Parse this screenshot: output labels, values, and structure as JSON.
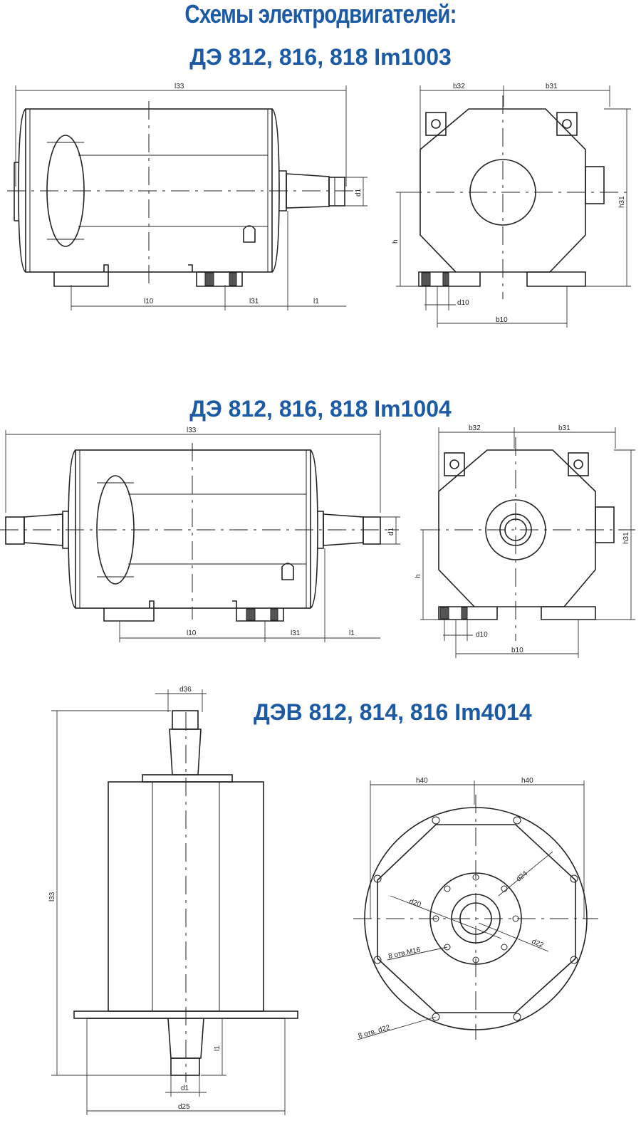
{
  "page_title": "Схемы электродвигателей:",
  "sections": [
    {
      "title": "ДЭ 812, 816, 818 Im1003",
      "side_dims": {
        "overall": "l33",
        "base": "l10",
        "shaft_pos": "l31",
        "shaft_len": "l1",
        "shaft_dia": "d1"
      },
      "end_dims": {
        "left_w": "b32",
        "right_w": "b31",
        "height": "h31",
        "axis_h": "h",
        "hole": "d10",
        "base_w": "b10"
      }
    },
    {
      "title": "ДЭ 812, 816, 818 Im1004",
      "side_dims": {
        "overall": "l33",
        "base": "l10",
        "shaft_pos": "l31",
        "shaft_len": "l1",
        "shaft_dia": "d1"
      },
      "end_dims": {
        "left_w": "b32",
        "right_w": "b31",
        "height": "h31",
        "axis_h": "h",
        "hole": "d10",
        "base_w": "b10"
      }
    },
    {
      "title": "ДЭВ 812, 814, 816 Im4014",
      "side_dims": {
        "top": "d36",
        "overall": "l33",
        "shaft_len": "l1",
        "shaft_dia": "d1",
        "flange": "d25"
      },
      "end_dims": {
        "left_w": "h40",
        "right_w": "h40",
        "d24": "d24",
        "d20": "d20",
        "d22": "d22",
        "holes_small": "8 отв.M16",
        "holes_large": "8 отв. d22"
      }
    }
  ]
}
